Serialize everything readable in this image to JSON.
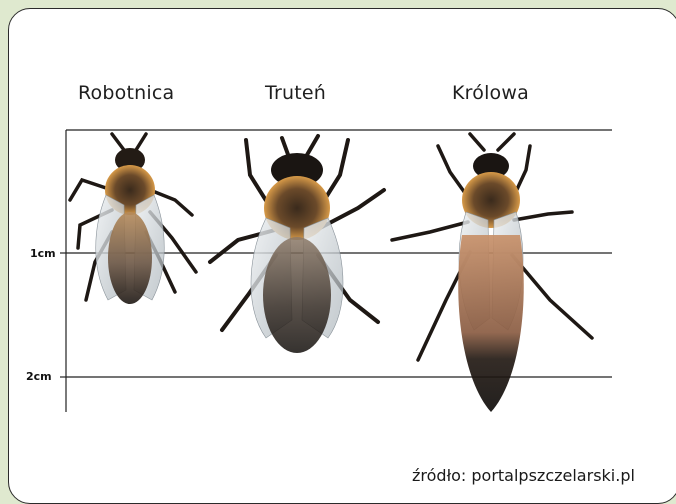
{
  "titles": {
    "worker": "Robotnica",
    "drone": "Truteń",
    "queen": "Królowa"
  },
  "scale": {
    "mark_1": "1cm",
    "mark_2": "2cm"
  },
  "source": "źródło: portalpszczelarski.pl",
  "colors": {
    "background": "#dfe9cf",
    "card": "#ffffff",
    "bee_fur": "#c98a3a",
    "bee_body": "#2a221c",
    "wing": "#c9ced2"
  }
}
